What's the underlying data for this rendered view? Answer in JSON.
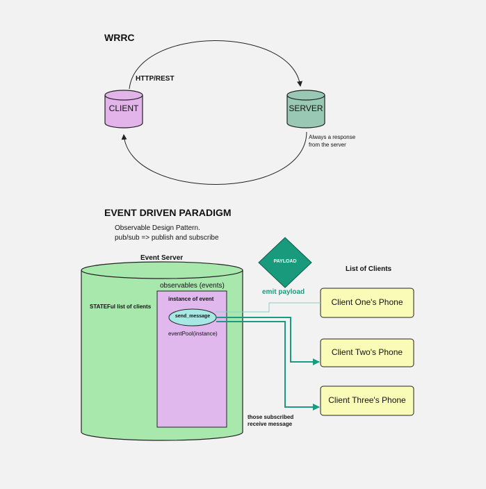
{
  "wrrc": {
    "title": "WRRC",
    "protocol_label": "HTTP/REST",
    "client_label": "CLIENT",
    "server_label": "SERVER",
    "response_note_line1": "Always a response",
    "response_note_line2": "from the server"
  },
  "event_driven": {
    "title": "EVENT DRIVEN PARADIGM",
    "desc_line1": "Observable Design Pattern.",
    "desc_line2": "pub/sub => publish and subscribe",
    "event_server_label": "Event Server",
    "stateful_label": "STATEFul list of clients",
    "observables_label": "observables (events)",
    "instance_label": "instance of event",
    "send_message_label": "send_message",
    "event_pool_label": "eventPool(instance)",
    "payload_label": "PAYLOAD",
    "emit_payload_label": "emit payload",
    "list_of_clients_label": "List of Clients",
    "clients": [
      {
        "label": "Client One's Phone"
      },
      {
        "label": "Client Two's Phone"
      },
      {
        "label": "Client Three's Phone"
      }
    ],
    "subscribed_note_line1": "those subscribed",
    "subscribed_note_line2": "receive message"
  },
  "colors": {
    "client_fill": "#e2b4ea",
    "server_fill": "#99c8b4",
    "event_server_fill": "#a8e8ad",
    "observables_fill": "#e0b8ee",
    "send_message_fill": "#a8e8e4",
    "payload_fill": "#199a7c",
    "phone_fill": "#fbfbb8",
    "arrow_teal": "#1a9a80"
  }
}
